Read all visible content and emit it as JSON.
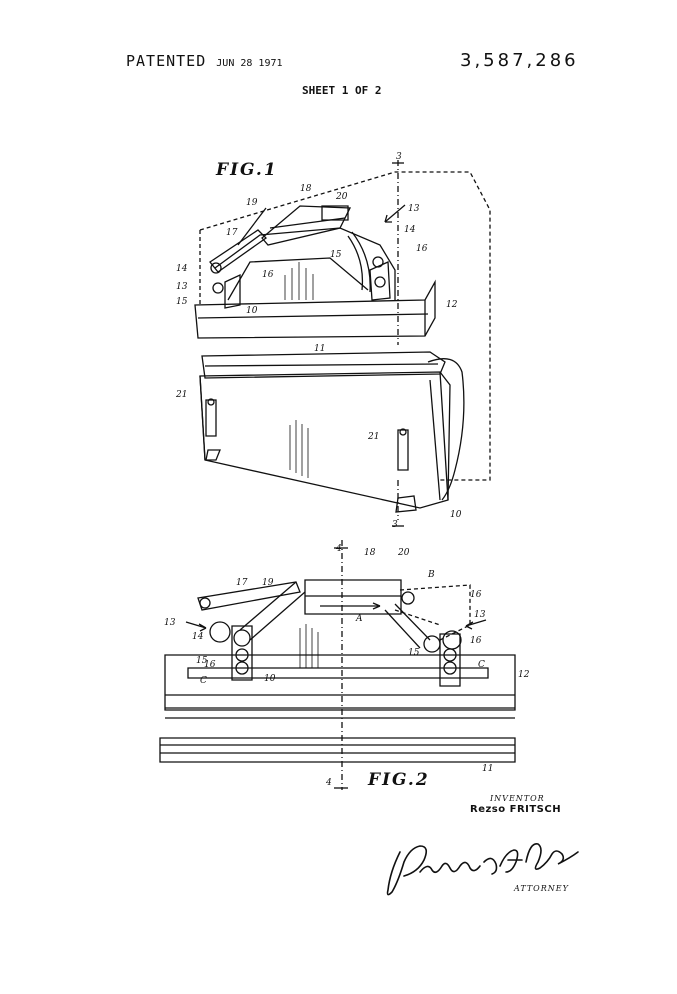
{
  "header": {
    "patented_word": "PATENTED",
    "patented_date": "JUN 28 1971",
    "patent_number": "3,587,286",
    "sheet": "SHEET 1 OF 2"
  },
  "figures": {
    "fig1_title": "FIG.1",
    "fig2_title": "FIG.2"
  },
  "fig1_labels": [
    "3",
    "18",
    "20",
    "19",
    "13",
    "17",
    "14",
    "14",
    "16",
    "15",
    "13",
    "16",
    "15",
    "12",
    "10",
    "11",
    "21",
    "21",
    "3",
    "10"
  ],
  "fig2_labels": [
    "4",
    "18",
    "20",
    "B",
    "17",
    "19",
    "16",
    "13",
    "13",
    "14",
    "A",
    "16",
    "15",
    "C",
    "16",
    "15",
    "10",
    "C",
    "12",
    "11",
    "4"
  ],
  "signature_block": {
    "inventor_caption": "INVENTOR",
    "inventor_name": "Rezso FRITSCH",
    "signature": "Raymond A. Robic",
    "attorney_caption": "ATTORNEY"
  }
}
